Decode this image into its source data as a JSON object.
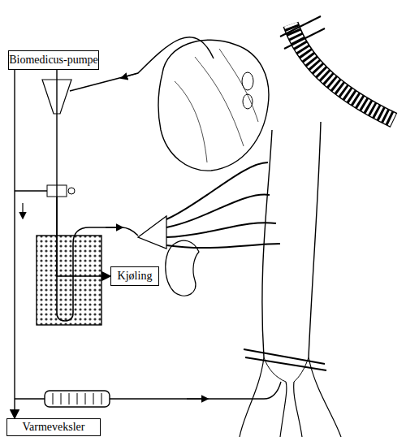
{
  "diagram": {
    "nodes": [
      {
        "text": [
          "Biomedicus-pumpe"
        ]
      },
      {
        "text": [
          "Kjøling"
        ]
      },
      {
        "text": [
          "Varmeveksler"
        ]
      }
    ],
    "edges": [
      {
        "from": 0,
        "to": 1,
        "arrow": "to"
      },
      {
        "from": 0,
        "to": 2,
        "arrow": "to"
      }
    ]
  }
}
